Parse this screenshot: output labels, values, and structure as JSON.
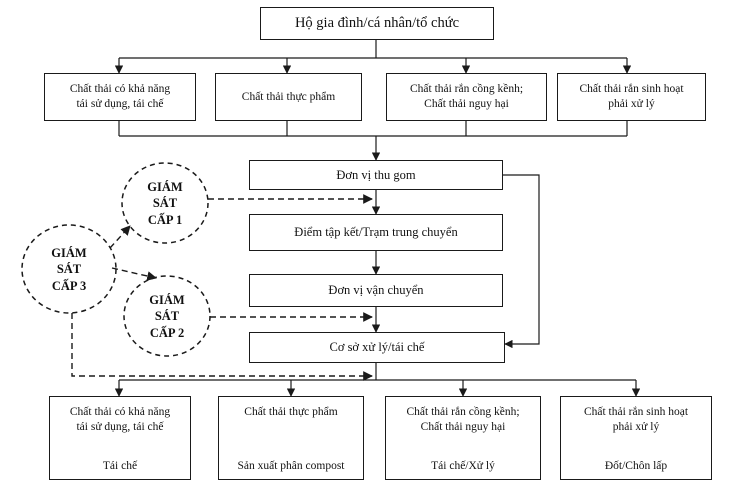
{
  "diagram": {
    "source": "Hộ gia đình/cá nhân/tổ chức",
    "categories": [
      "Chất thải có khả năng\ntái sử dụng, tái chế",
      "Chất thải thực phẩm",
      "Chất thải rắn cồng kềnh;\nChất thải nguy hại",
      "Chất thải rắn sinh hoạt\nphải xử lý"
    ],
    "chain": [
      "Đơn vị thu gom",
      "Điểm tập kết/Trạm trung chuyển",
      "Đơn vị vận chuyển",
      "Cơ sở xử lý/tái chế"
    ],
    "supervision": {
      "level1": "GIÁM\nSÁT\nCẤP 1",
      "level2": "GIÁM\nSÁT\nCẤP 2",
      "level3": "GIÁM\nSÁT\nCẤP 3"
    },
    "outputs": [
      {
        "label": "Chất thải có khả năng\ntái sử dụng, tái chế",
        "result": "Tái chế"
      },
      {
        "label": "Chất thải thực phẩm",
        "result": "Sản xuất phân compost"
      },
      {
        "label": "Chất thải rắn cồng kềnh;\nChất thải nguy hại",
        "result": "Tái chế/Xử lý"
      },
      {
        "label": "Chất thải rắn sinh hoạt\nphải xử lý",
        "result": "Đốt/Chôn lấp"
      }
    ]
  }
}
